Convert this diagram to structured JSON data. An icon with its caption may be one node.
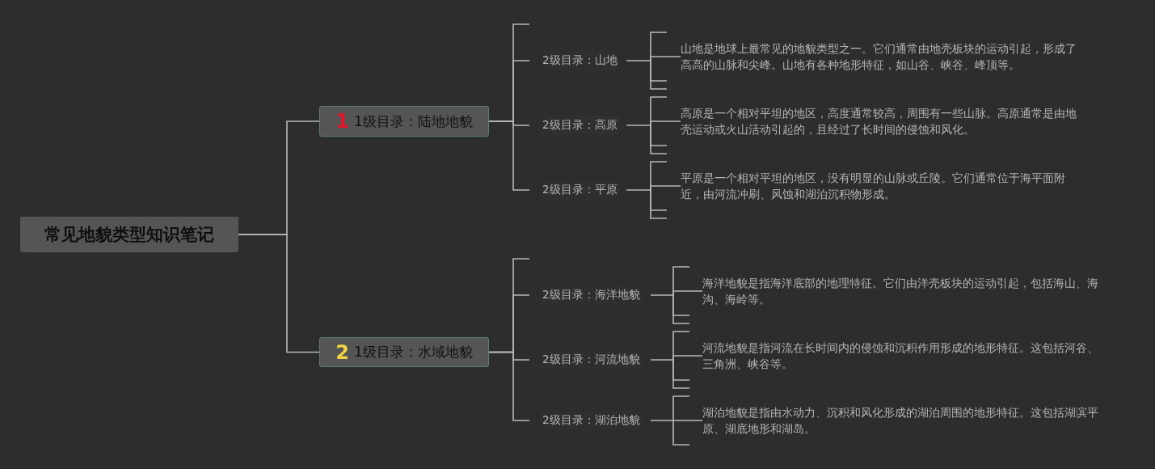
{
  "diagram": {
    "nodes": [
      {
        "text": [
          "常见地貌类型知识笔记"
        ]
      },
      {
        "text": [
          "1",
          "1级目录：陆地地貌"
        ]
      },
      {
        "text": [
          "2级目录：山地"
        ]
      },
      {
        "text": [
          "山地是地球上最常见的地貌类型之一。它们通常由地壳板块的运动引起，形成了高高的山脉和尖峰。山地有各种地形特征，如山谷、峡谷、峰顶等。"
        ]
      },
      {
        "text": [
          "2级目录：高原"
        ]
      },
      {
        "text": [
          "高原是一个相对平坦的地区，高度通常较高，周围有一些山脉。高原通常是由地壳运动或火山活动引起的，且经过了长时间的侵蚀和风化。"
        ]
      },
      {
        "text": [
          "2级目录：平原"
        ]
      },
      {
        "text": [
          "平原是一个相对平坦的地区，没有明显的山脉或丘陵。它们通常位于海平面附近，由河流冲刷、风蚀和湖泊沉积物形成。"
        ]
      },
      {
        "text": [
          "2",
          "1级目录：水域地貌"
        ]
      },
      {
        "text": [
          "2级目录：海洋地貌"
        ]
      },
      {
        "text": [
          "海洋地貌是指海洋底部的地理特征。它们由洋壳板块的运动引起，包括海山、海沟、海岭等。"
        ]
      },
      {
        "text": [
          "2级目录：河流地貌"
        ]
      },
      {
        "text": [
          "河流地貌是指河流在长时间内的侵蚀和沉积作用形成的地形特征。这包括河谷、三角洲、峡谷等。"
        ]
      },
      {
        "text": [
          "2级目录：湖泊地貌"
        ]
      },
      {
        "text": [
          "湖泊地貌是指由水动力、沉积和风化形成的湖泊周围的地形特征。这包括湖滨平原、湖底地形和湖岛。"
        ]
      }
    ],
    "edges": [
      {
        "from": 0,
        "to": 1,
        "arrow": "none"
      },
      {
        "from": 0,
        "to": 8,
        "arrow": "none"
      },
      {
        "from": 1,
        "to": 2,
        "arrow": "none"
      },
      {
        "from": 1,
        "to": 4,
        "arrow": "none"
      },
      {
        "from": 1,
        "to": 6,
        "arrow": "none"
      },
      {
        "from": 2,
        "to": 3,
        "arrow": "none"
      },
      {
        "from": 4,
        "to": 5,
        "arrow": "none"
      },
      {
        "from": 6,
        "to": 7,
        "arrow": "none"
      },
      {
        "from": 8,
        "to": 9,
        "arrow": "none"
      },
      {
        "from": 8,
        "to": 11,
        "arrow": "none"
      },
      {
        "from": 8,
        "to": 13,
        "arrow": "none"
      },
      {
        "from": 9,
        "to": 10,
        "arrow": "none"
      },
      {
        "from": 11,
        "to": 12,
        "arrow": "none"
      },
      {
        "from": 13,
        "to": 14,
        "arrow": "none"
      }
    ]
  }
}
